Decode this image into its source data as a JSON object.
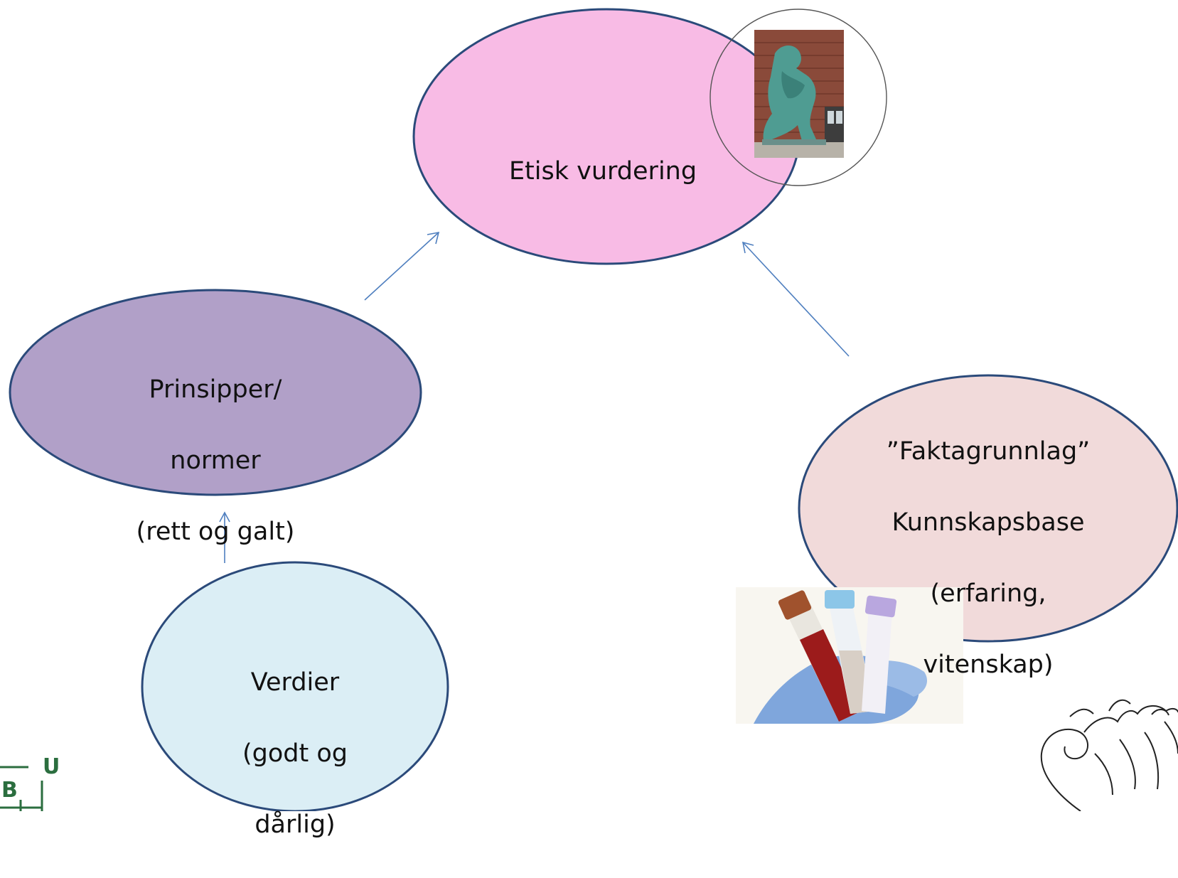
{
  "nodes": {
    "etisk": {
      "lines": [
        "Etisk vurdering"
      ],
      "fill": "#f8bbe5"
    },
    "prinsipper": {
      "lines": [
        "Prinsipper/",
        "normer",
        "(rett og galt)"
      ],
      "fill": "#b1a0c8"
    },
    "fakta": {
      "lines": [
        "”Faktagrunnlag”",
        "Kunnskapsbase",
        "(erfaring,",
        "vitenskap)"
      ],
      "fill": "#f1dada"
    },
    "verdier": {
      "lines": [
        "Verdier",
        "(godt og",
        "dårlig)"
      ],
      "fill": "#dbeef5"
    }
  },
  "colors": {
    "node_border": "#2b4a7a",
    "arrow": "#4f7fbf"
  },
  "images": {
    "thinker": "thinker-statue-photo",
    "test_tubes": "blood-test-tubes-photo"
  },
  "logos": {
    "uib_logo": "B U",
    "ram_emblem": "ram-horn-emblem"
  }
}
